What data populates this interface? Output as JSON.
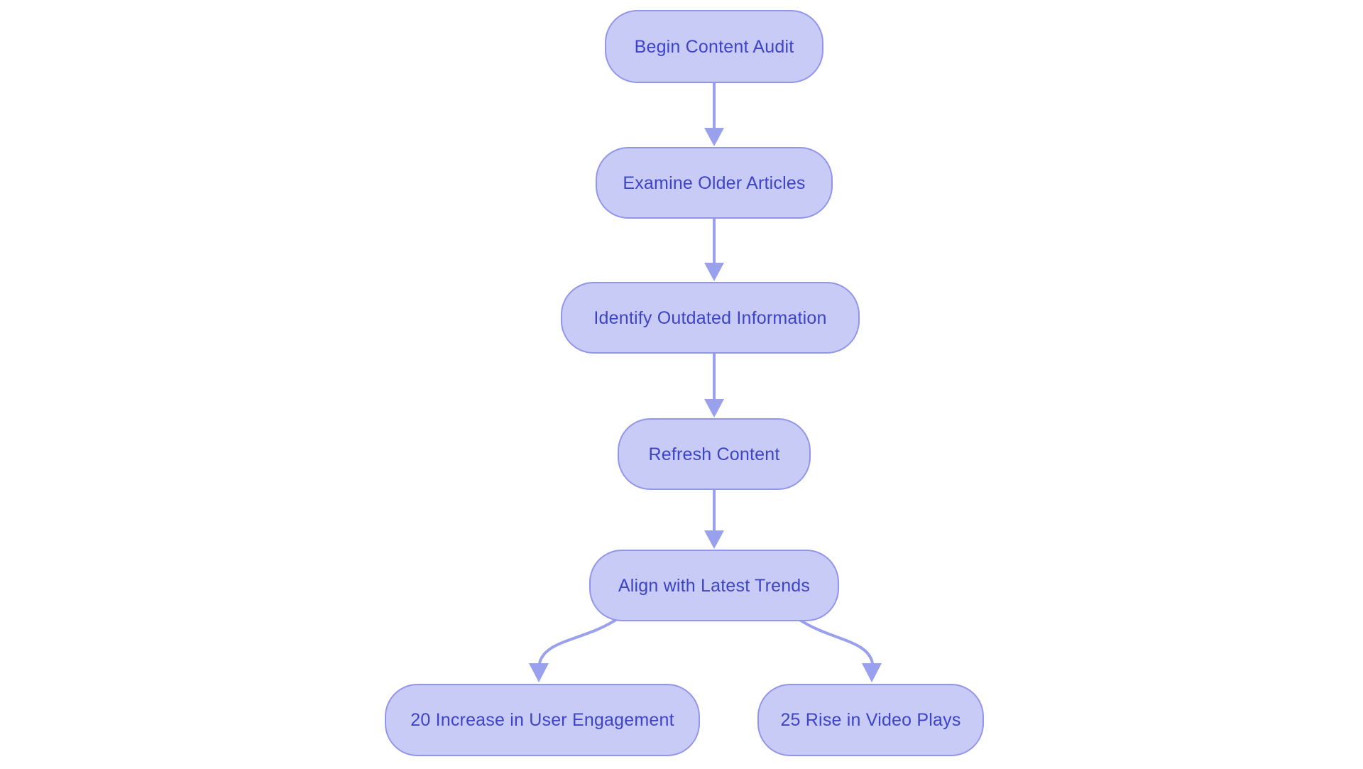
{
  "diagram": {
    "type": "flowchart",
    "direction": "top-down",
    "nodes": [
      {
        "id": "begin-content-audit",
        "label": "Begin Content Audit"
      },
      {
        "id": "examine-older-articles",
        "label": "Examine Older Articles"
      },
      {
        "id": "identify-outdated-info",
        "label": "Identify Outdated Information"
      },
      {
        "id": "refresh-content",
        "label": "Refresh Content"
      },
      {
        "id": "align-latest-trends",
        "label": "Align with Latest Trends"
      },
      {
        "id": "user-engagement-result",
        "label": "20 Increase in User Engagement"
      },
      {
        "id": "video-plays-result",
        "label": "25 Rise in Video Plays"
      }
    ],
    "edges": [
      {
        "from": "begin-content-audit",
        "to": "examine-older-articles"
      },
      {
        "from": "examine-older-articles",
        "to": "identify-outdated-info"
      },
      {
        "from": "identify-outdated-info",
        "to": "refresh-content"
      },
      {
        "from": "refresh-content",
        "to": "align-latest-trends"
      },
      {
        "from": "align-latest-trends",
        "to": "user-engagement-result"
      },
      {
        "from": "align-latest-trends",
        "to": "video-plays-result"
      }
    ],
    "colors": {
      "node_fill": "#c8cbf5",
      "node_border": "#9196ea",
      "node_text": "#3d44c6",
      "arrow": "#99a0ed",
      "background": "#ffffff"
    }
  }
}
